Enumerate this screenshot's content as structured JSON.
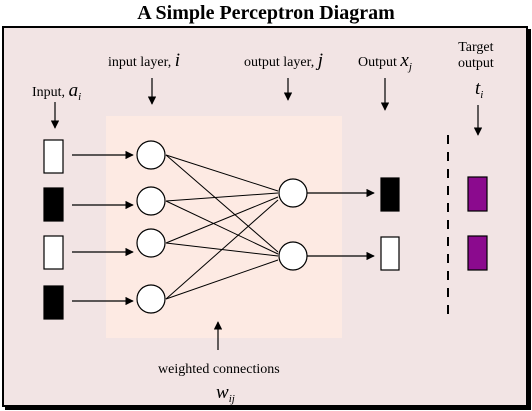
{
  "title": "A Simple Perceptron Diagram",
  "labels": {
    "input": "Input,",
    "input_sym": "a",
    "input_sub": "i",
    "input_layer": "input layer,",
    "input_layer_sym": "i",
    "output_layer": "output layer,",
    "output_layer_sym": "j",
    "output": "Output",
    "output_sym": "x",
    "output_sub": "j",
    "target_line1": "Target",
    "target_line2": "output",
    "target_sym": "t",
    "target_sub": "i",
    "weighted": "weighted connections",
    "weights_sym": "w",
    "weights_sub": "ij"
  },
  "inputs": [
    "white",
    "black",
    "white",
    "black"
  ],
  "outputs": [
    "black",
    "white"
  ],
  "targets": [
    "purple",
    "purple"
  ],
  "colors": {
    "panel": "#f2e4e4",
    "layer_box": "#fdeae3",
    "target": "#8b0a8e",
    "stroke": "#000000"
  }
}
